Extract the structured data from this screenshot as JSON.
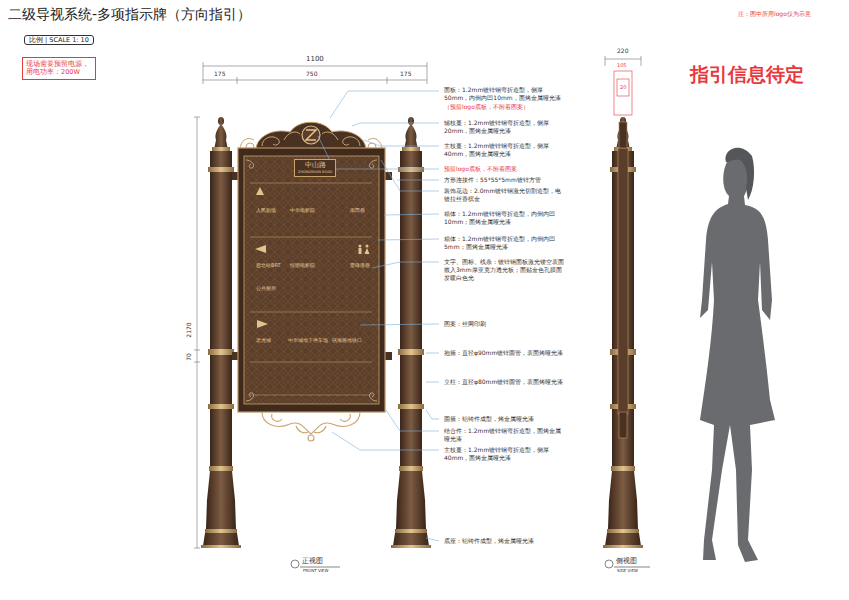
{
  "diagram": {
    "title": "二级导视系统-多项指示牌（方向指引）",
    "nodes": [
      {
        "text": [
          "比例 | SCALE 1: 10"
        ]
      },
      {
        "text": [
          "现场需要预留电源，用电功率：200W"
        ]
      },
      {
        "text": [
          "中山路",
          "ZHONGSHAN ROAD"
        ]
      }
    ],
    "labels": [
      "注：图中所用logo仅为示意",
      "指引信息待定",
      "1100",
      "175",
      "750",
      "175",
      "2170",
      "70",
      "220",
      "105",
      "20",
      "面板：1.2mm镀锌钢弯折造型，侧厚50mm，内倒内凹10mm，面烤金属哑光漆",
      "（预留logo底板，不附着图案）",
      "辅枝蔓：1.2mm镀锌钢弯折造型，侧厚20mm，面烤金属哑光漆",
      "主枝蔓：1.2mm镀锌钢弯折造型，侧厚40mm，面烤金属哑光漆",
      "预留logo底板，不附着图案",
      "方形连接件：55*55*5mm镀锌方管",
      "装饰花边：2.0mm镀锌钢激光切割造型，电镀拉丝香槟金",
      "箱体：1.2mm镀锌钢弯折造型，内倒内凹10mm；面烤金属哑光漆",
      "箱体：1.2mm镀锌钢弯折造型，内倒内凹5mm；面烤金属哑光漆",
      "文字、图标、线条：镀锌钢面板激光镂空表面嵌入3mm厚亚克力透光板；面贴金色孔膜面发暖白色光",
      "图案：丝网印刷",
      "抱箍：直径φ90mm镀锌圆管，表面烤哑光漆",
      "立柱：直径φ80mm镀锌圆管，表面烤哑光漆",
      "圆箍：铝铸件成型，烤金属哑光漆",
      "结合件：1.2mm镀锌钢弯折造型，面烤金属哑光漆",
      "主枝蔓：1.2mm镀锌钢弯折造型，侧厚40mm，面烤金属哑光漆",
      "底座：铝铸件成型，烤金属哑光漆",
      "人民剧场",
      "中华电影院",
      "南田巷",
      "思北站BRT",
      "恒明电影院",
      "雷锋港巷",
      "公共厕所",
      "老虎城",
      "中华城地下停车场",
      "镇海路地铁口",
      "正视图",
      "FRONT VIEW",
      "侧视图",
      "SIDE VIEW"
    ]
  }
}
